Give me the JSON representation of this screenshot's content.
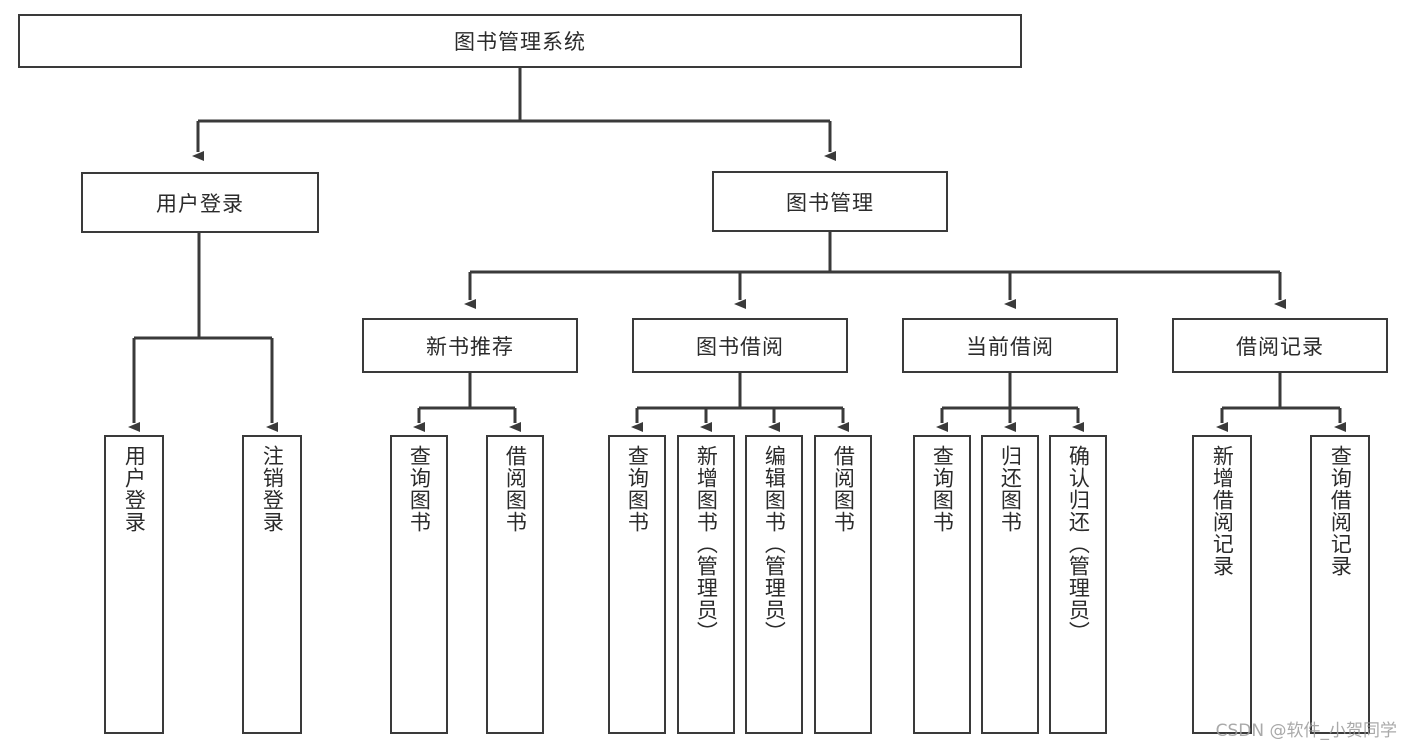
{
  "diagram": {
    "title": "图书管理系统",
    "type": "tree-flowchart",
    "colors": {
      "background": "#ffffff",
      "border": "#3a3a3a",
      "text": "#2b2b2b",
      "connector": "#3a3a3a",
      "watermark": "#9b9b9b"
    },
    "root": {
      "label": "图书管理系统"
    },
    "level2": [
      {
        "label": "用户登录"
      },
      {
        "label": "图书管理"
      }
    ],
    "level3": [
      {
        "label": "新书推荐"
      },
      {
        "label": "图书借阅"
      },
      {
        "label": "当前借阅"
      },
      {
        "label": "借阅记录"
      }
    ],
    "leaves": {
      "user_login": [
        {
          "label": "用户登录"
        },
        {
          "label": "注销登录"
        }
      ],
      "new_book": [
        {
          "label": "查询图书"
        },
        {
          "label": "借阅图书"
        }
      ],
      "book_borrow": [
        {
          "label": "查询图书"
        },
        {
          "label": "新增图书（管理员）"
        },
        {
          "label": "编辑图书（管理员）"
        },
        {
          "label": "借阅图书"
        }
      ],
      "current_borrow": [
        {
          "label": "查询图书"
        },
        {
          "label": "归还图书"
        },
        {
          "label": "确认归还（管理员）"
        }
      ],
      "borrow_record": [
        {
          "label": "新增借阅记录"
        },
        {
          "label": "查询借阅记录"
        }
      ]
    }
  },
  "watermark": {
    "text": "CSDN @软件_小贺同学"
  }
}
